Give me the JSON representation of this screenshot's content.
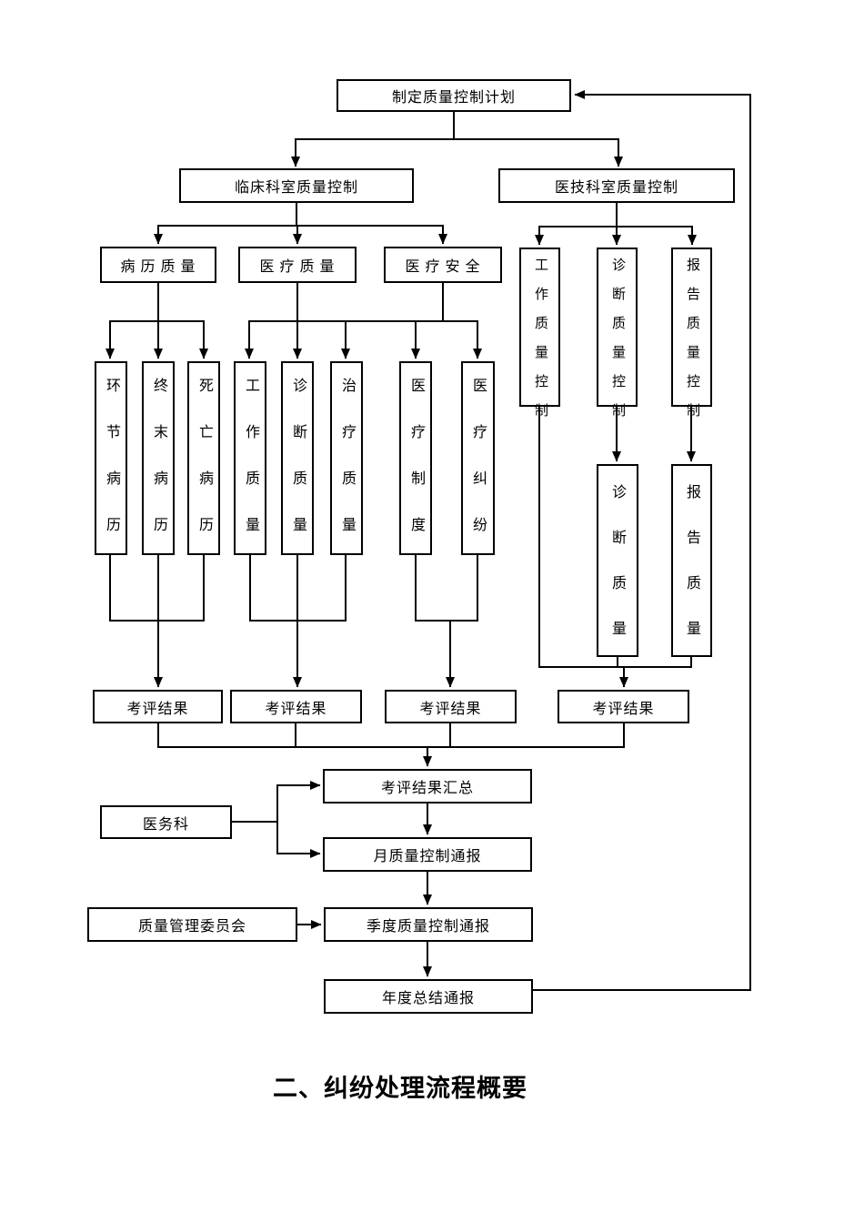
{
  "page": {
    "background": "#ffffff",
    "line_color": "#000000"
  },
  "flowchart": {
    "plan": "制定质量控制计划",
    "clinical": "临床科室质量控制",
    "medtech": "医技科室质量控制",
    "record_quality": "病 历 质 量",
    "medical_quality": "医 疗 质 量",
    "medical_safety": "医 疗 安 全",
    "col_link_record": "环节病历",
    "col_final_record": "终末病历",
    "col_death_record": "死亡病历",
    "col_work_quality": "工作质量",
    "col_diagnosis_quality": "诊断质量",
    "col_treatment_quality": "治疗质量",
    "col_medical_system": "医疗制度",
    "col_medical_dispute": "医疗纠纷",
    "ctrl_work_quality": "工作质量控制",
    "ctrl_diagnosis_quality": "诊断质量控制",
    "ctrl_report_quality": "报告质量控制",
    "col_diagnosis_quality2": "诊断质量",
    "col_report_quality2": "报告质量",
    "result_label": "考评结果",
    "summary": "考评结果汇总",
    "medical_affairs_dept": "医务科",
    "monthly_report": "月质量控制通报",
    "committee": "质量管理委员会",
    "quarterly_report": "季度质量控制通报",
    "annual_report": "年度总结通报"
  },
  "section_heading": "二、纠纷处理流程概要"
}
